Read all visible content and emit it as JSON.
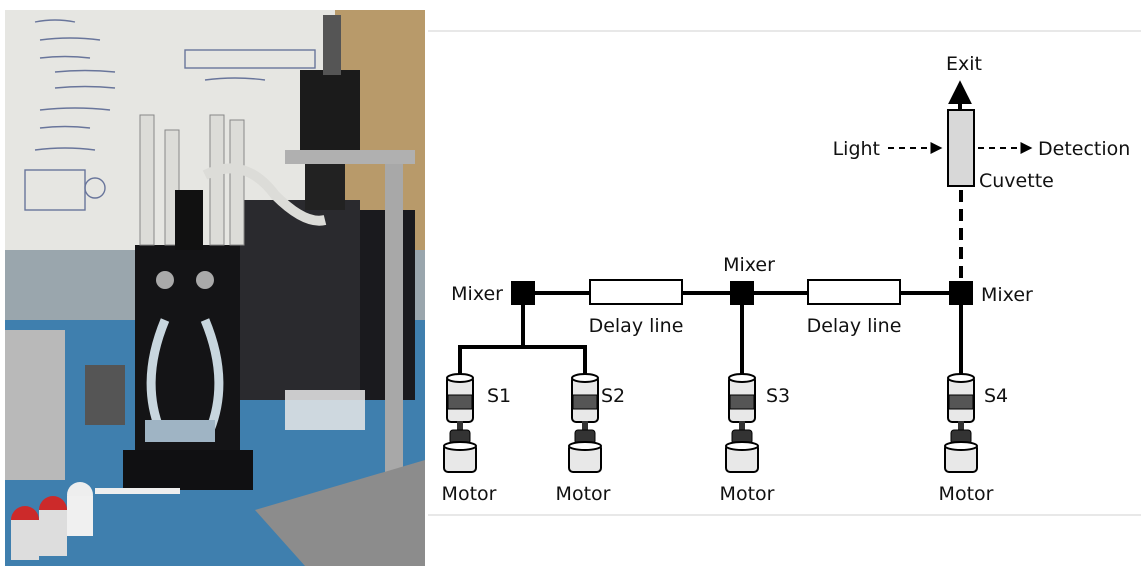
{
  "diagram": {
    "top_labels": {
      "exit": "Exit",
      "light": "Light",
      "detection": "Detection",
      "cuvette": "Cuvette"
    },
    "mixers": [
      "Mixer",
      "Mixer",
      "Mixer"
    ],
    "delay_lines": [
      "Delay line",
      "Delay line"
    ],
    "syringes": [
      "S1",
      "S2",
      "S3",
      "S4"
    ],
    "motors": [
      "Motor",
      "Motor",
      "Motor",
      "Motor"
    ]
  }
}
